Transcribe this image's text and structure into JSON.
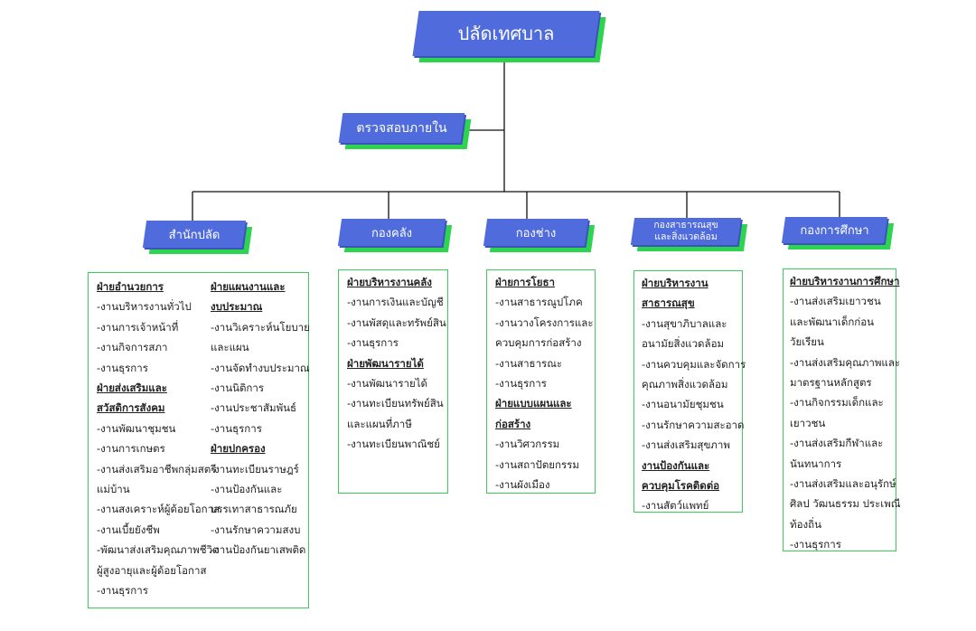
{
  "top": {
    "label": "ปลัดเทศบาล"
  },
  "audit": {
    "label": "ตรวจสอบภายใน"
  },
  "divisions": [
    {
      "label": "สำนักปลัด"
    },
    {
      "label": "กองคลัง"
    },
    {
      "label": "กองช่าง"
    },
    {
      "label_line1": "กองสาธารณสุข",
      "label_line2": "และสิ่งแวดล้อม"
    },
    {
      "label": "กองการศึกษา"
    }
  ],
  "office": {
    "col1": [
      {
        "t": "ฝ่ายอำนวยการ",
        "h": true
      },
      {
        "t": "-งานบริหารงานทั่วไป"
      },
      {
        "t": "-งานการเจ้าหน้าที่"
      },
      {
        "t": "-งานกิจการสภา"
      },
      {
        "t": "-งานธุรการ"
      },
      {
        "t": "ฝ่ายส่งเสริมและ",
        "h": true
      },
      {
        "t": "สวัสดิการสังคม",
        "h": true
      },
      {
        "t": "-งานพัฒนาชุมชน"
      },
      {
        "t": "-งานการเกษตร"
      },
      {
        "t": "-งานส่งเสริมอาชีพกลุ่มสตรี"
      },
      {
        "t": "แม่บ้าน"
      },
      {
        "t": "-งานสงเคราะห์ผู้ด้อยโอกาส"
      },
      {
        "t": "-งานเบี้ยยังชีพ"
      },
      {
        "t": "-พัฒนาส่งเสริมคุณภาพชีวิต"
      },
      {
        "t": "ผู้สูงอายุและผู้ด้อยโอกาส"
      },
      {
        "t": "-งานธุรการ"
      }
    ],
    "col2": [
      {
        "t": "ฝ่ายแผนงานและ",
        "h": true
      },
      {
        "t": "งบประมาณ",
        "h": true
      },
      {
        "t": "-งานวิเคราะห์นโยบาย"
      },
      {
        "t": "และแผน"
      },
      {
        "t": "-งานจัดทำงบประมาณ"
      },
      {
        "t": "-งานนิติการ"
      },
      {
        "t": "-งานประชาสัมพันธ์"
      },
      {
        "t": "-งานธุรการ"
      },
      {
        "t": "ฝ่ายปกครอง",
        "h": true
      },
      {
        "t": "-งานทะเบียนราษฎร์"
      },
      {
        "t": "-งานป้องกันและ"
      },
      {
        "t": "บรรเทาสาธารณภัย"
      },
      {
        "t": "-งานรักษาความสงบ"
      },
      {
        "t": "-งานป้องกันยาเสพติด"
      }
    ]
  },
  "finance": [
    {
      "t": "ฝ่ายบริหารงานคลัง",
      "h": true
    },
    {
      "t": "-งานการเงินและบัญชี"
    },
    {
      "t": "-งานพัสดุและทรัพย์สิน"
    },
    {
      "t": "-งานธุรการ"
    },
    {
      "t": "ฝ่ายพัฒนารายได้",
      "h": true
    },
    {
      "t": "-งานพัฒนารายได้"
    },
    {
      "t": "-งานทะเบียนทรัพย์สิน"
    },
    {
      "t": "และแผนที่ภาษี"
    },
    {
      "t": "-งานทะเบียนพาณิชย์"
    }
  ],
  "engineering": [
    {
      "t": "ฝ่ายการโยธา",
      "h": true
    },
    {
      "t": "-งานสาธารณูปโภค"
    },
    {
      "t": "-งานวางโครงการและ"
    },
    {
      "t": "ควบคุมการก่อสร้าง"
    },
    {
      "t": "-งานสาธารณะ"
    },
    {
      "t": "-งานธุรการ"
    },
    {
      "t": "ฝ่ายแบบแผนและ",
      "h": true
    },
    {
      "t": "ก่อสร้าง",
      "h": true
    },
    {
      "t": "-งานวิศวกรรม"
    },
    {
      "t": "-งานสถาปัตยกรรม"
    },
    {
      "t": "-งานผังเมือง"
    }
  ],
  "health": [
    {
      "t": "ฝ่ายบริหารงาน",
      "h": true
    },
    {
      "t": "สาธารณสุข",
      "h": true
    },
    {
      "t": "-งานสุขาภิบาลและ"
    },
    {
      "t": "อนามัยสิ่งแวดล้อม"
    },
    {
      "t": "-งานควบคุมและจัดการ"
    },
    {
      "t": "คุณภาพสิ่งแวดล้อม"
    },
    {
      "t": "-งานอนามัยชุมชน"
    },
    {
      "t": "-งานรักษาความสะอาด"
    },
    {
      "t": "-งานส่งเสริมสุขภาพ"
    },
    {
      "t": "งานป้องกันและ",
      "h": true
    },
    {
      "t": "ควบคุมโรคติดต่อ",
      "h": true
    },
    {
      "t": "-งานสัตว์แพทย์"
    }
  ],
  "education": [
    {
      "t": "ฝ่ายบริหารงานการศึกษา",
      "h": true
    },
    {
      "t": "-งานส่งเสริมเยาวชน"
    },
    {
      "t": "และพัฒนาเด็กก่อน"
    },
    {
      "t": "วัยเรียน"
    },
    {
      "t": "-งานส่งเสริมคุณภาพและ"
    },
    {
      "t": "มาตรฐานหลักสูตร"
    },
    {
      "t": "-งานกิจกรรมเด็กและ"
    },
    {
      "t": "เยาวชน"
    },
    {
      "t": "-งานส่งเสริมกีฬาและ"
    },
    {
      "t": "นันทนาการ"
    },
    {
      "t": "-งานส่งเสริมและอนุรักษ์"
    },
    {
      "t": "ศิลป วัฒนธรรม ประเพณี"
    },
    {
      "t": "ท้องถิ่น"
    },
    {
      "t": "-งานธุรการ"
    }
  ]
}
